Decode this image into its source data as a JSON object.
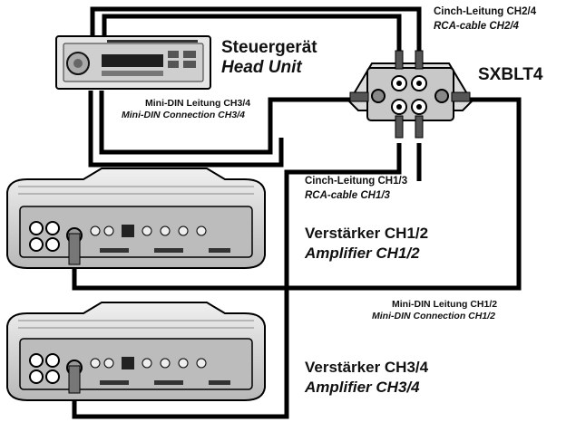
{
  "labels": {
    "cinch_ch24_de": "Cinch-Leitung CH2/4",
    "cinch_ch24_en": "RCA-cable CH2/4",
    "head_unit_de": "Steuergerät",
    "head_unit_en": "Head Unit",
    "module_name": "SXBLT4",
    "minidin_ch34_de": "Mini-DIN Leitung CH3/4",
    "minidin_ch34_en": "Mini-DIN Connection CH3/4",
    "cinch_ch13_de": "Cinch-Leitung CH1/3",
    "cinch_ch13_en": "RCA-cable CH1/3",
    "amp12_de": "Verstärker CH1/2",
    "amp12_en": "Amplifier CH1/2",
    "minidin_ch12_de": "Mini-DIN Leitung CH1/2",
    "minidin_ch12_en": "Mini-DIN Connection CH1/2",
    "amp34_de": "Verstärker CH3/4",
    "amp34_en": "Amplifier CH3/4"
  },
  "colors": {
    "cable": "#000000",
    "device_body": "#d4d4d4",
    "device_dark": "#555555"
  }
}
